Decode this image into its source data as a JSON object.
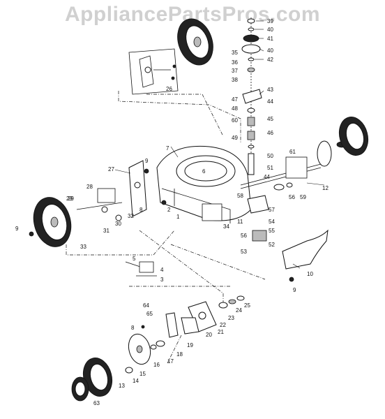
{
  "watermark": "AppliancePartsPros.com",
  "part_numbers": [
    "1",
    "2",
    "3",
    "4",
    "5",
    "6",
    "7",
    "8",
    "9",
    "10",
    "11",
    "12",
    "13",
    "14",
    "15",
    "16",
    "17",
    "18",
    "19",
    "20",
    "21",
    "22",
    "23",
    "24",
    "25",
    "26",
    "27",
    "28",
    "29",
    "30",
    "31",
    "32",
    "33",
    "34",
    "35",
    "36",
    "37",
    "38",
    "39",
    "40",
    "41",
    "42",
    "43",
    "44",
    "45",
    "46",
    "47",
    "48",
    "49",
    "50",
    "51",
    "52",
    "53",
    "54",
    "55",
    "56",
    "57",
    "58",
    "59",
    "60",
    "61",
    "63",
    "64",
    "65"
  ]
}
